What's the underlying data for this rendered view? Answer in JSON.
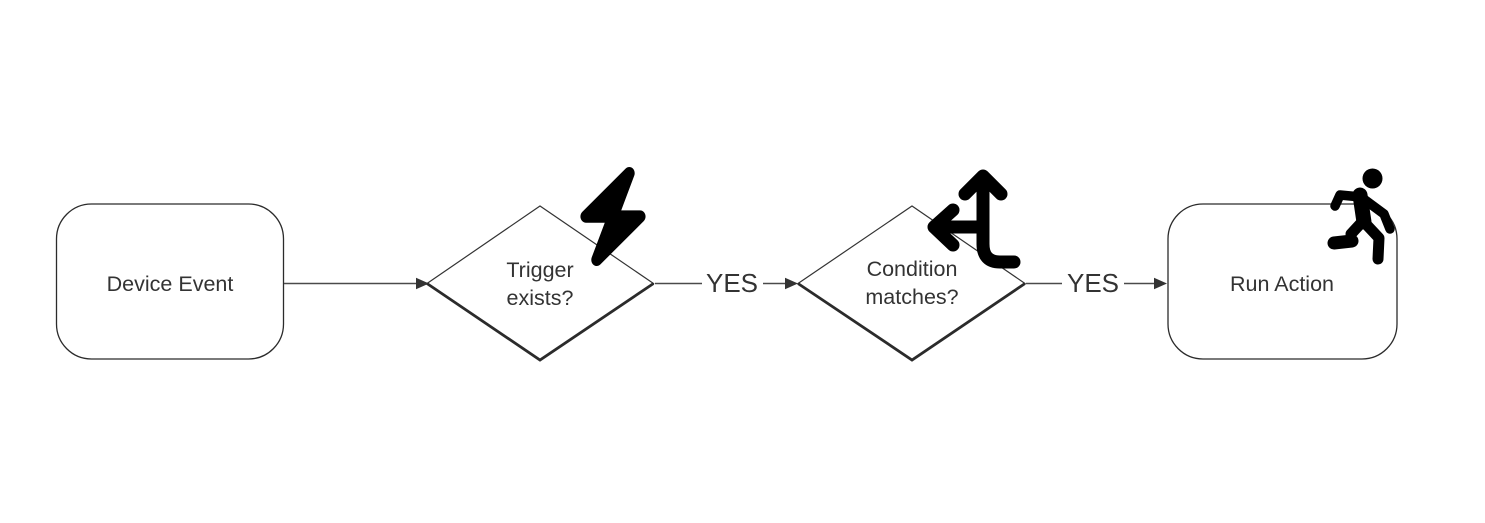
{
  "flowchart": {
    "nodes": {
      "device_event": {
        "label": "Device Event",
        "shape": "rounded-rectangle"
      },
      "trigger_exists": {
        "label_line1": "Trigger",
        "label_line2": "exists?",
        "shape": "decision-diamond",
        "icon": "bolt-icon"
      },
      "condition_matches": {
        "label_line1": "Condition",
        "label_line2": "matches?",
        "shape": "decision-diamond",
        "icon": "arrows-split-up-left-icon"
      },
      "run_action": {
        "label": "Run Action",
        "shape": "rounded-rectangle",
        "icon": "person-running-icon"
      }
    },
    "edges": {
      "device_to_trigger": {
        "from": "device_event",
        "to": "trigger_exists"
      },
      "trigger_to_condition": {
        "from": "trigger_exists",
        "to": "condition_matches",
        "label": "YES"
      },
      "condition_to_action": {
        "from": "condition_matches",
        "to": "run_action",
        "label": "YES"
      }
    },
    "colors": {
      "background": "#ffffff",
      "text": "#333333",
      "node_stroke": "#2b2b2b",
      "edge_line": "#4a4a4a",
      "arrowhead": "#333333",
      "icon": "#000000"
    }
  }
}
